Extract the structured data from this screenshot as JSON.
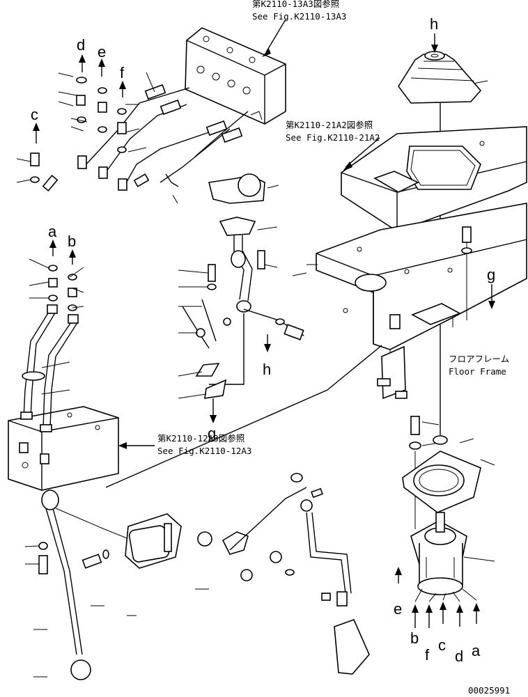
{
  "refs": {
    "r1": {
      "jp": "第K2110-13A3図参照",
      "en": "See Fig.K2110-13A3"
    },
    "r2": {
      "jp": "第K2110-21A2図参照",
      "en": "See Fig.K2110-21A2"
    },
    "r3": {
      "jp": "第K2110-12A3図参照",
      "en": "See Fig.K2110-12A3"
    }
  },
  "floor_frame": {
    "jp": "フロアフレーム",
    "en": "Floor Frame"
  },
  "letters": {
    "a": "a",
    "b": "b",
    "c": "c",
    "d": "d",
    "e": "e",
    "f": "f",
    "g": "g",
    "h": "h"
  },
  "drawing_number": "00025991"
}
